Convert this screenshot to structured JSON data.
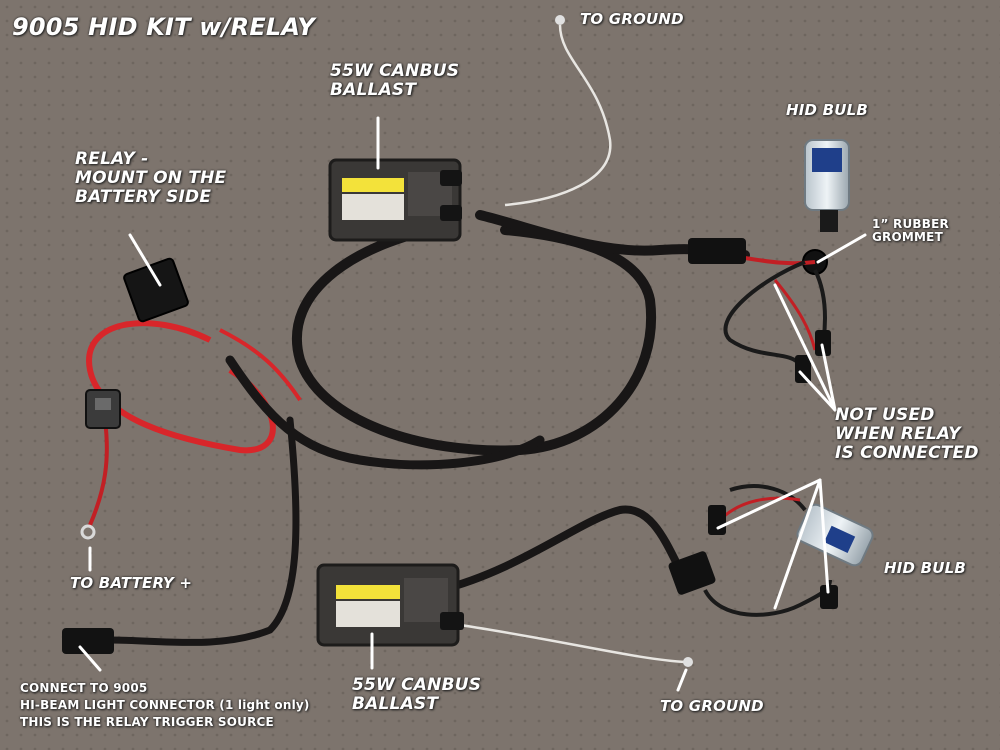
{
  "title": "9005 HID KIT w/RELAY",
  "labels": {
    "ground_top": "TO GROUND",
    "ballast_top": "55W CANBUS\nBALLAST",
    "relay": "RELAY -\nMOUNT ON THE\nBATTERY SIDE",
    "hid_bulb_top": "HID BULB",
    "grommet": "1” RUBBER\nGROMMET",
    "not_used": "NOT USED\nWHEN RELAY\nIS CONNECTED",
    "hid_bulb_bottom": "HID BULB",
    "battery": "TO BATTERY +",
    "connector": "CONNECT TO 9005\nHI-BEAM LIGHT CONNECTOR (1 light only)\nTHIS IS THE RELAY TRIGGER SOURCE",
    "ballast_bottom": "55W CANBUS\nBALLAST",
    "ground_bottom": "TO GROUND"
  },
  "colors": {
    "background": "#7d746d",
    "label_text": "#ffffff",
    "harness": "#181616",
    "red_wire": "#d8262a",
    "ballast_body": "#3a3836",
    "ballast_sticker": "#f3e23a"
  }
}
